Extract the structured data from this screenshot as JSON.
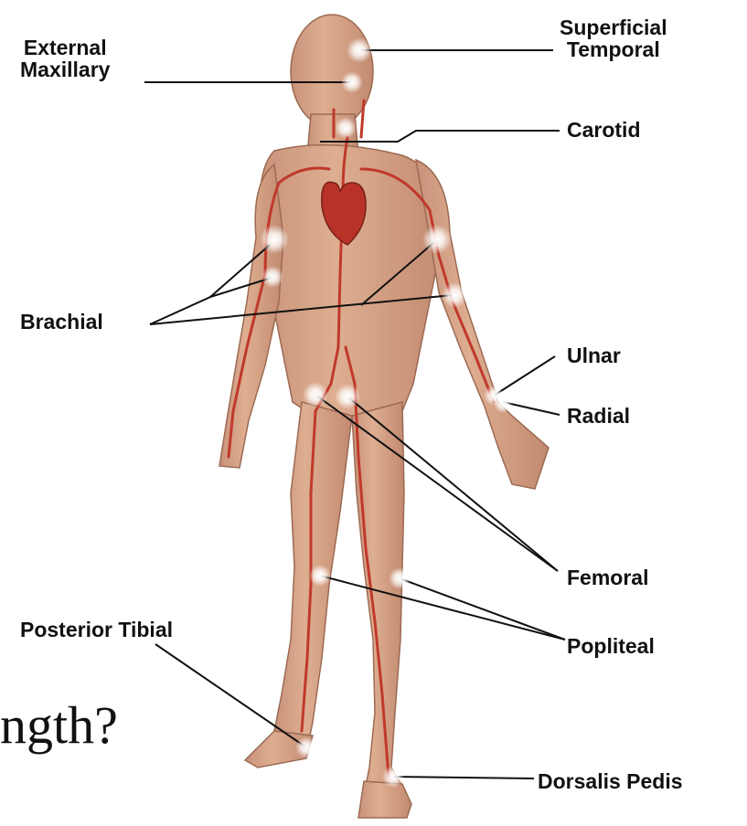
{
  "labels": {
    "superficial_temporal": {
      "line1": "Superficial",
      "line2": "Temporal"
    },
    "external_maxillary": {
      "line1": "External",
      "line2": "Maxillary"
    },
    "carotid": "Carotid",
    "brachial": "Brachial",
    "ulnar": "Ulnar",
    "radial": "Radial",
    "femoral": "Femoral",
    "posterior_tibial": "Posterior Tibial",
    "popliteal": "Popliteal",
    "dorsalis_pedis": "Dorsalis Pedis"
  },
  "caption_fragment": "ngth?",
  "colors": {
    "skin": "#d9a98a",
    "skin_shadow": "#c08a6c",
    "artery": "#c0392b",
    "heart": "#b83227",
    "leader_line": "#111111",
    "pulse_glow": "#ffffff"
  }
}
